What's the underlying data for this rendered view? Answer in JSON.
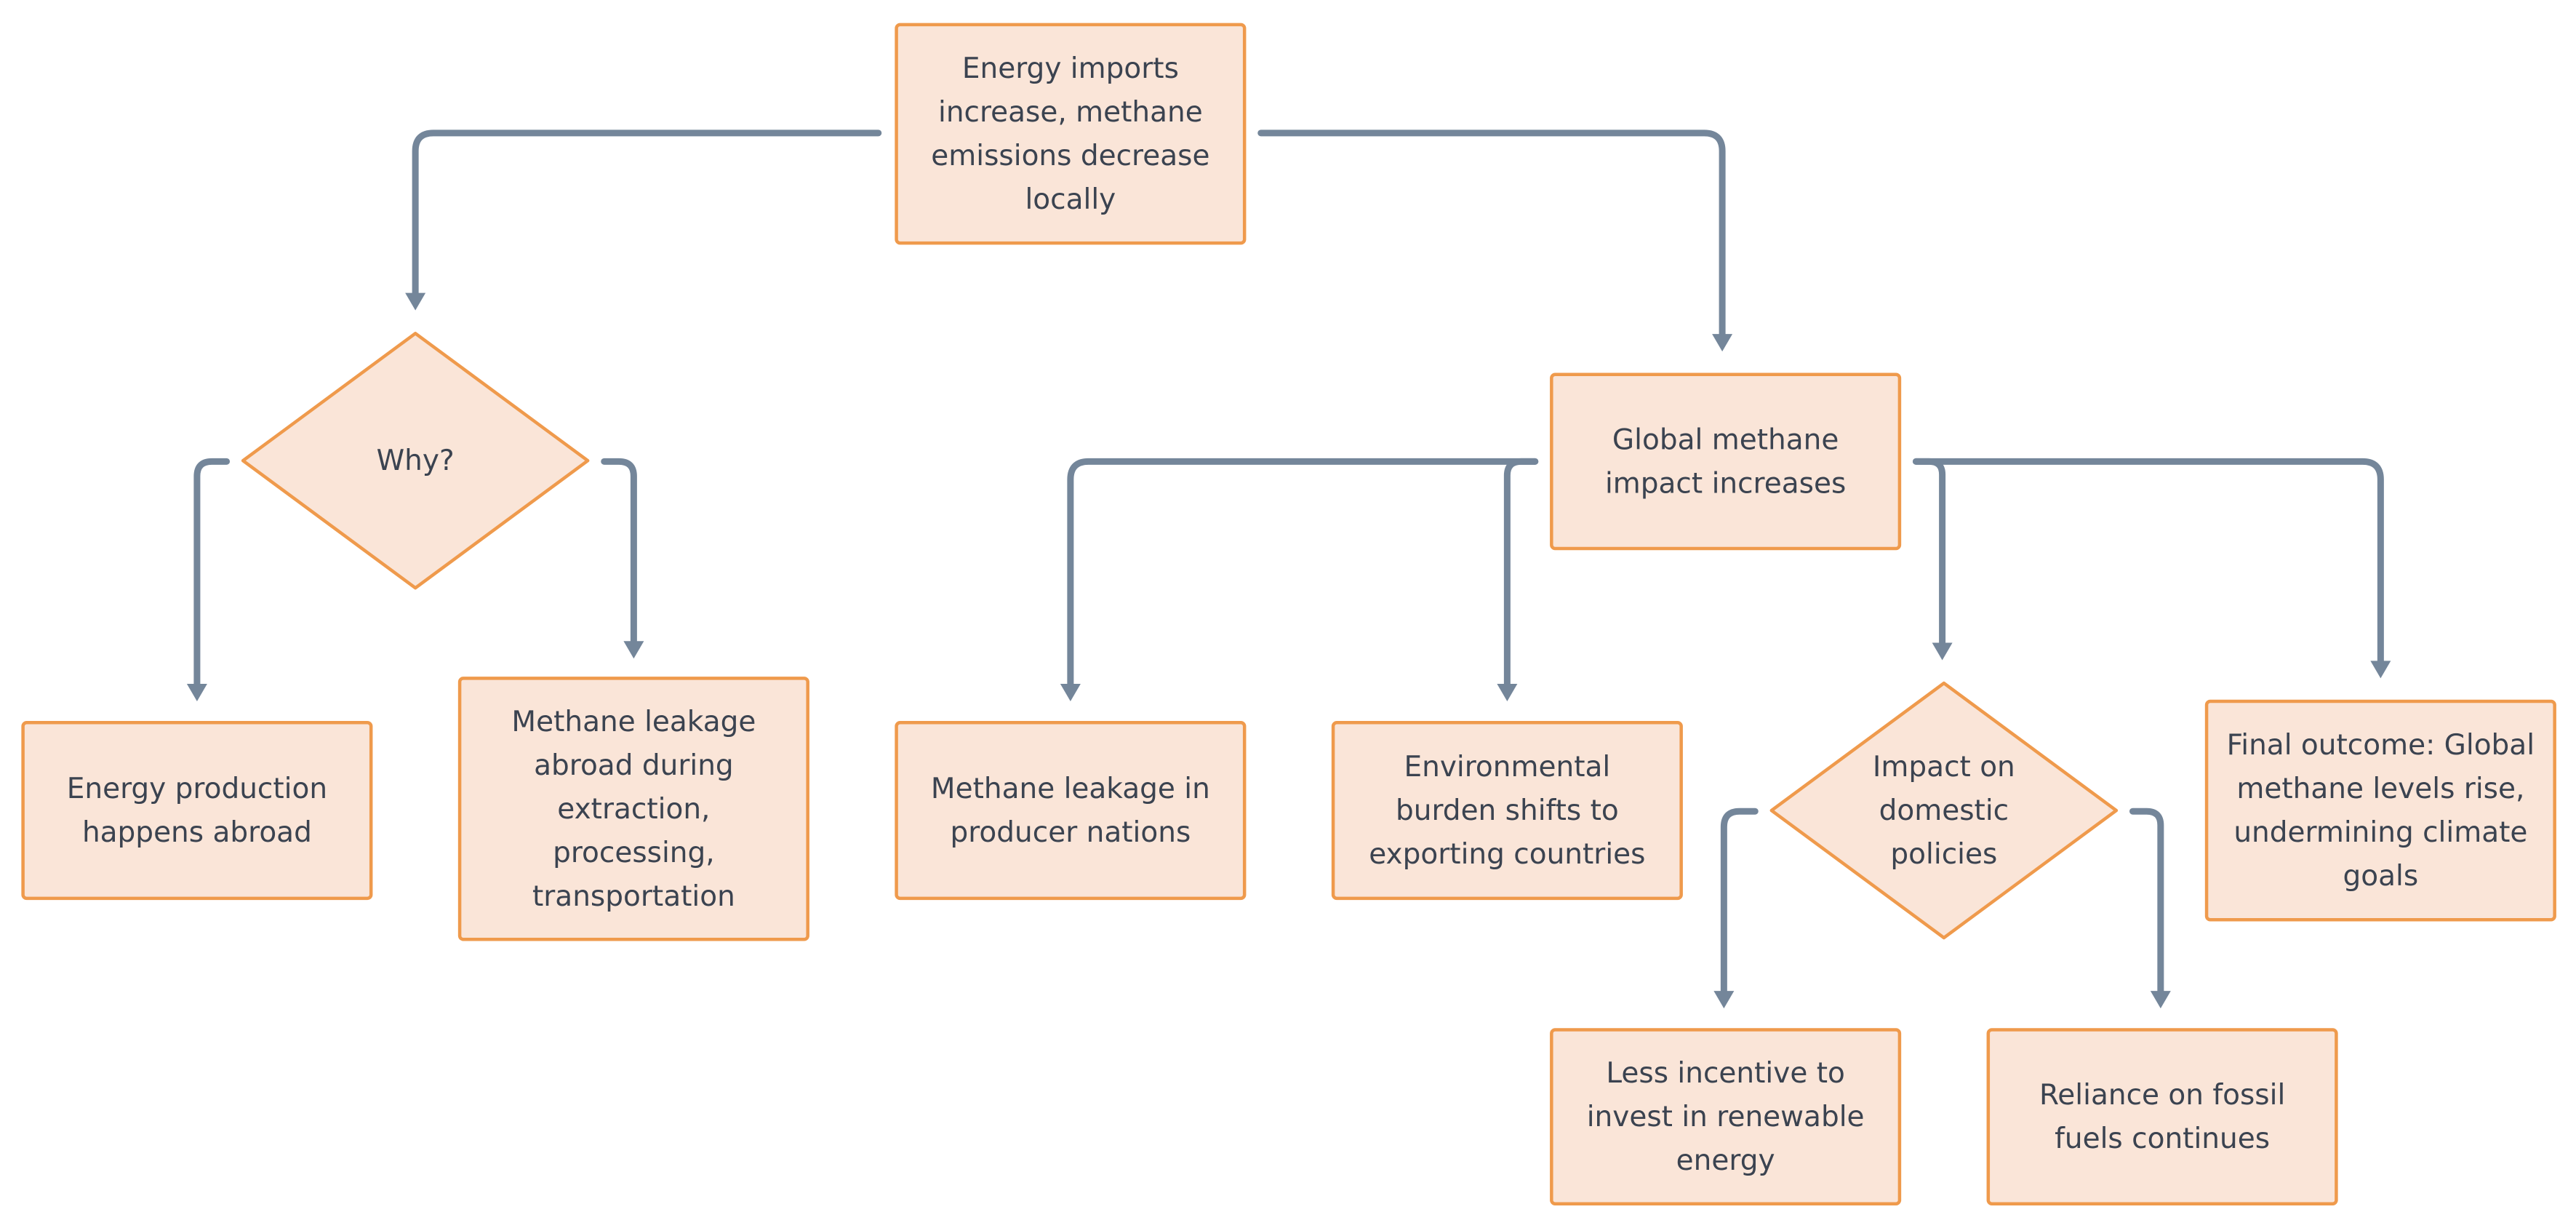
{
  "colors": {
    "node_fill": "#fae5d8",
    "node_border": "#ef9a4c",
    "connector": "#74869a",
    "text": "#3b4350"
  },
  "nodes": [
    {
      "id": "root",
      "shape": "rect",
      "lines": [
        "Energy imports",
        "increase, methane",
        "emissions decrease",
        "locally"
      ]
    },
    {
      "id": "why",
      "shape": "diamond",
      "lines": [
        "Why?"
      ]
    },
    {
      "id": "global",
      "shape": "rect",
      "lines": [
        "Global methane",
        "impact increases"
      ]
    },
    {
      "id": "prod-abroad",
      "shape": "rect",
      "lines": [
        "Energy production",
        "happens abroad"
      ]
    },
    {
      "id": "leak-abroad",
      "shape": "rect",
      "lines": [
        "Methane leakage",
        "abroad during",
        "extraction,",
        "processing,",
        "transportation"
      ]
    },
    {
      "id": "leak-producer",
      "shape": "rect",
      "lines": [
        "Methane leakage in",
        "producer nations"
      ]
    },
    {
      "id": "burden",
      "shape": "rect",
      "lines": [
        "Environmental",
        "burden shifts to",
        "exporting countries"
      ]
    },
    {
      "id": "domestic",
      "shape": "diamond",
      "lines": [
        "Impact on",
        "domestic",
        "policies"
      ]
    },
    {
      "id": "final",
      "shape": "rect",
      "lines": [
        "Final outcome: Global",
        "methane levels rise,",
        "undermining climate",
        "goals"
      ]
    },
    {
      "id": "less-incentive",
      "shape": "rect",
      "lines": [
        "Less incentive to",
        "invest in renewable",
        "energy"
      ]
    },
    {
      "id": "reliance",
      "shape": "rect",
      "lines": [
        "Reliance on fossil",
        "fuels continues"
      ]
    }
  ],
  "edges": [
    {
      "from": "root",
      "to": "why"
    },
    {
      "from": "root",
      "to": "global"
    },
    {
      "from": "why",
      "to": "prod-abroad"
    },
    {
      "from": "why",
      "to": "leak-abroad"
    },
    {
      "from": "global",
      "to": "leak-producer"
    },
    {
      "from": "global",
      "to": "burden"
    },
    {
      "from": "global",
      "to": "domestic"
    },
    {
      "from": "global",
      "to": "final"
    },
    {
      "from": "domestic",
      "to": "less-incentive"
    },
    {
      "from": "domestic",
      "to": "reliance"
    }
  ]
}
